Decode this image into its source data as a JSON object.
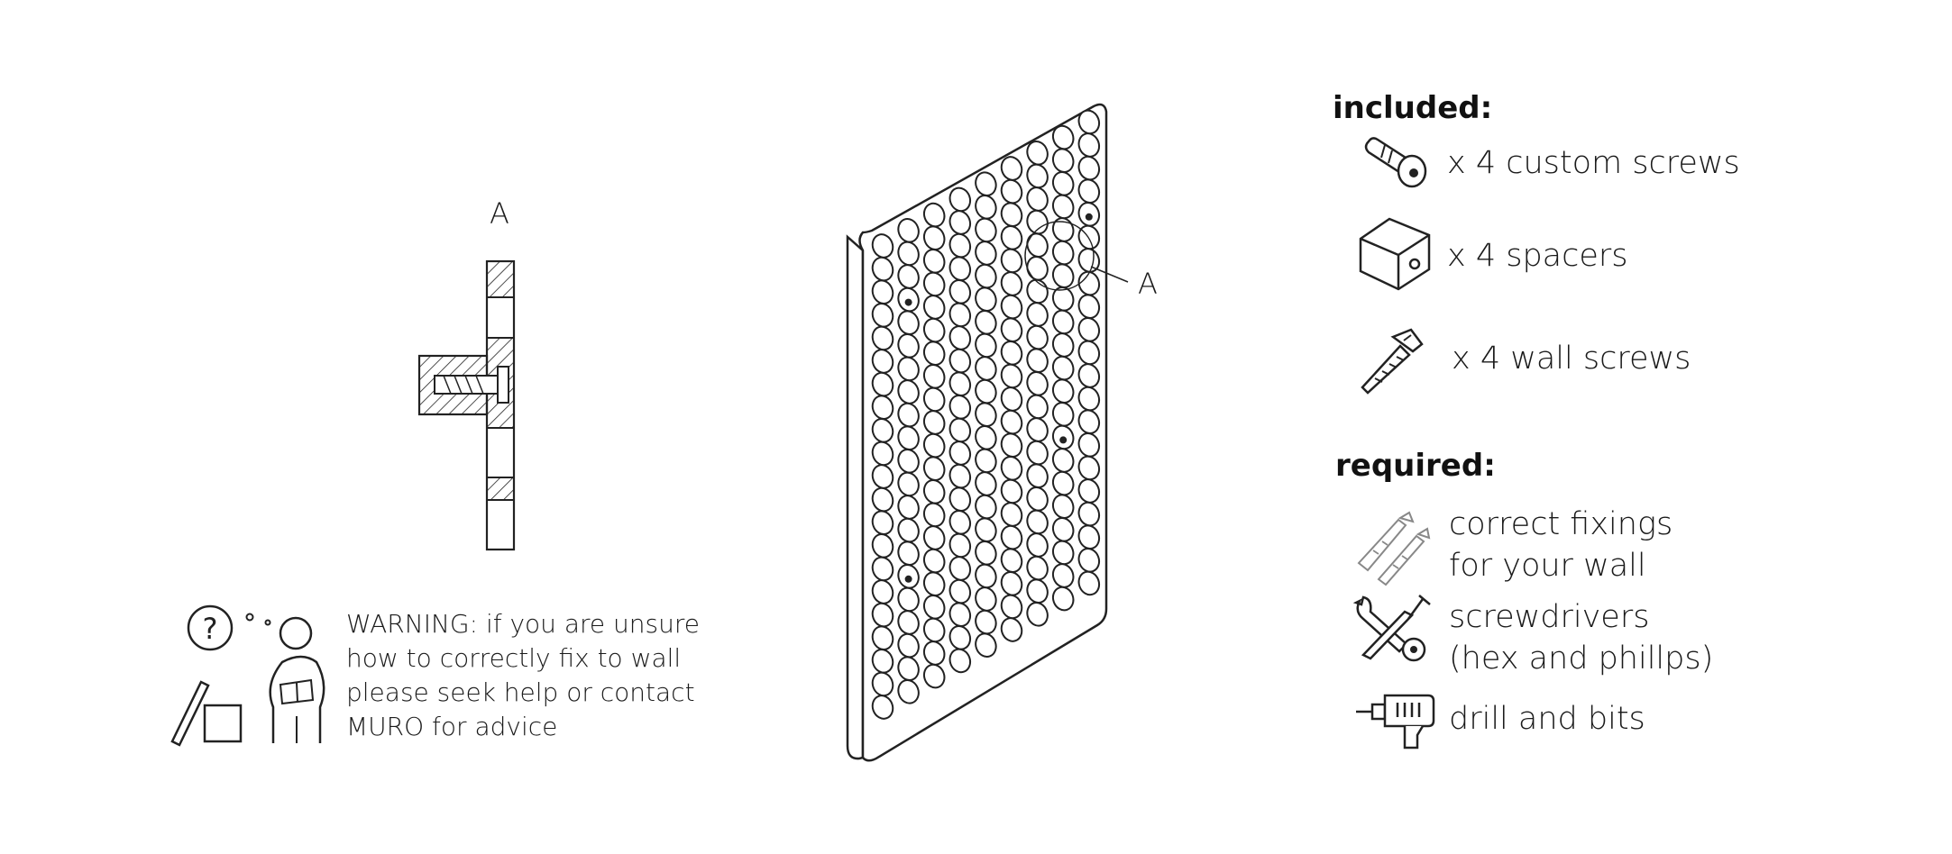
{
  "detail": {
    "label": "A"
  },
  "panel": {
    "callout_label": "A"
  },
  "warning": {
    "lines": [
      "WARNING: if you are unsure",
      "how to correctly fix to wall",
      "please seek help or contact",
      "MURO for advice"
    ]
  },
  "included": {
    "heading": "included:",
    "items": [
      {
        "icon": "screw-icon",
        "text": "x 4 custom screws"
      },
      {
        "icon": "spacer-icon",
        "text": "x 4 spacers"
      },
      {
        "icon": "wall-screw-icon",
        "text": "x 4 wall screws"
      }
    ]
  },
  "required": {
    "heading": "required:",
    "items": [
      {
        "icon": "wall-plug-icon",
        "lines": [
          "correct fixings",
          "for your wall"
        ]
      },
      {
        "icon": "tools-icon",
        "lines": [
          "screwdrivers",
          "(hex and phillps)"
        ]
      },
      {
        "icon": "drill-icon",
        "lines": [
          "drill and bits"
        ]
      }
    ]
  }
}
